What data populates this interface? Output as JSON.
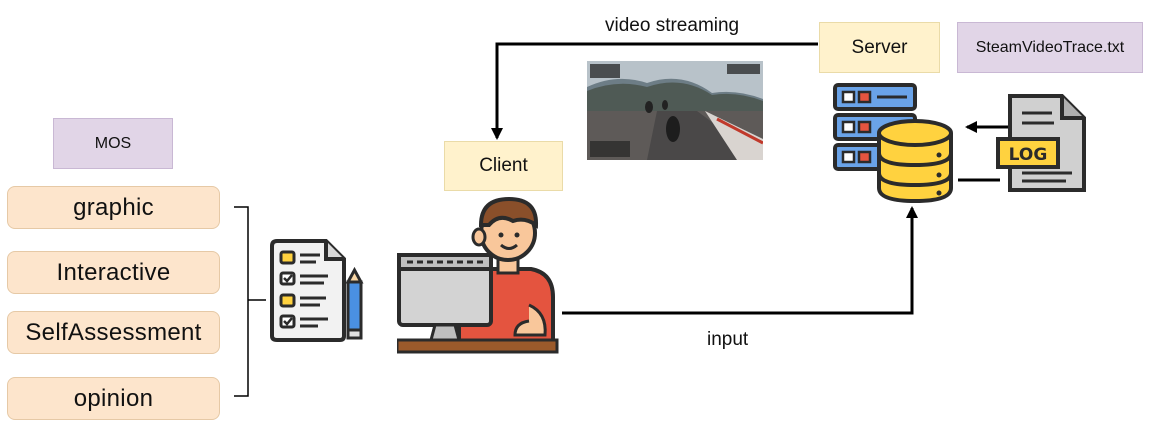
{
  "mos": {
    "title": "MOS",
    "items": [
      "graphic",
      "Interactive",
      "SelfAssessment",
      "opinion"
    ]
  },
  "client": {
    "label": "Client"
  },
  "server": {
    "label": "Server"
  },
  "trace": {
    "label": "SteamVideoTrace.txt"
  },
  "edges": {
    "video_streaming": "video streaming",
    "input": "input"
  },
  "log": {
    "badge": "LOG"
  },
  "colors": {
    "purple": "#e1d5e7",
    "yellow": "#fff2cc",
    "orange": "#fde5cc",
    "db": "#ffd23f",
    "server_rack": "#6aa3e8"
  }
}
